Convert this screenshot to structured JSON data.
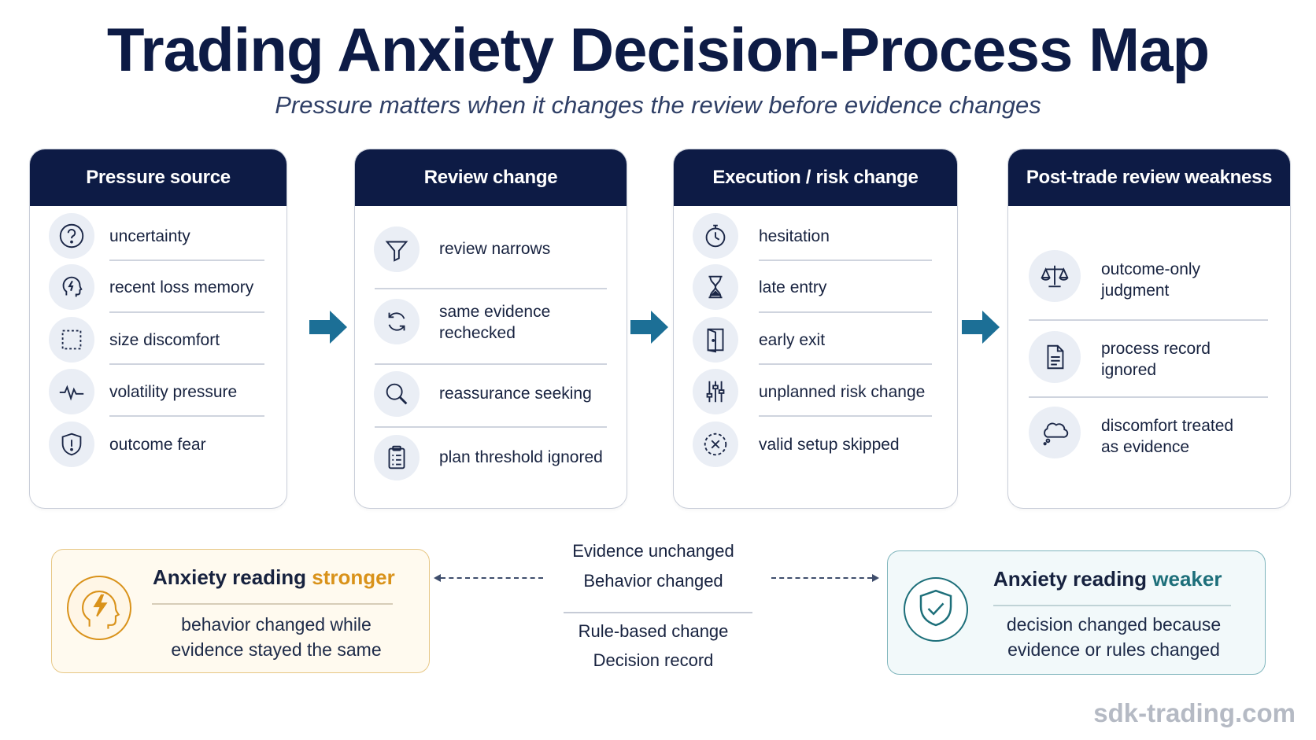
{
  "title": "Trading Anxiety Decision-Process Map",
  "subtitle": "Pressure matters when it changes the review before evidence changes",
  "columns": [
    {
      "header": "Pressure source",
      "items": [
        {
          "label": "uncertainty",
          "icon": "question-icon"
        },
        {
          "label": "recent loss memory",
          "icon": "head-lightning-icon"
        },
        {
          "label": "size discomfort",
          "icon": "dashed-square-icon"
        },
        {
          "label": "volatility pressure",
          "icon": "pulse-icon"
        },
        {
          "label": "outcome fear",
          "icon": "shield-alert-icon"
        }
      ]
    },
    {
      "header": "Review change",
      "items": [
        {
          "label": "review narrows",
          "icon": "funnel-icon"
        },
        {
          "label": "same evidence\nrechecked",
          "icon": "refresh-icon"
        },
        {
          "label": "reassurance seeking",
          "icon": "magnifier-icon"
        },
        {
          "label": "plan threshold ignored",
          "icon": "clipboard-list-icon"
        }
      ]
    },
    {
      "header": "Execution / risk change",
      "items": [
        {
          "label": "hesitation",
          "icon": "stopwatch-icon"
        },
        {
          "label": "late entry",
          "icon": "hourglass-icon"
        },
        {
          "label": "early exit",
          "icon": "door-exit-icon"
        },
        {
          "label": "unplanned risk change",
          "icon": "sliders-icon"
        },
        {
          "label": "valid setup skipped",
          "icon": "dashed-x-circle-icon"
        }
      ]
    },
    {
      "header": "Post-trade review weakness",
      "items": [
        {
          "label": "outcome-only\njudgment",
          "icon": "scales-icon"
        },
        {
          "label": "process record\nignored",
          "icon": "document-icon"
        },
        {
          "label": "discomfort treated\nas evidence",
          "icon": "thought-cloud-icon"
        }
      ]
    }
  ],
  "stronger": {
    "title_prefix": "Anxiety reading ",
    "title_accent": "stronger",
    "text": "behavior changed while\nevidence stayed the same",
    "accent_color": "#d9921a"
  },
  "weaker": {
    "title_prefix": "Anxiety reading ",
    "title_accent": "weaker",
    "text": "decision changed because\nevidence or rules changed",
    "accent_color": "#1d6f7a"
  },
  "middle": {
    "line1": "Evidence unchanged",
    "line2": "Behavior changed",
    "line3": "Rule-based change",
    "line4": "Decision record"
  },
  "watermark": "sdk-trading.com",
  "colors": {
    "navy": "#0d1b45",
    "arrow": "#1c6f96",
    "icon_bg": "#eaeef5"
  }
}
